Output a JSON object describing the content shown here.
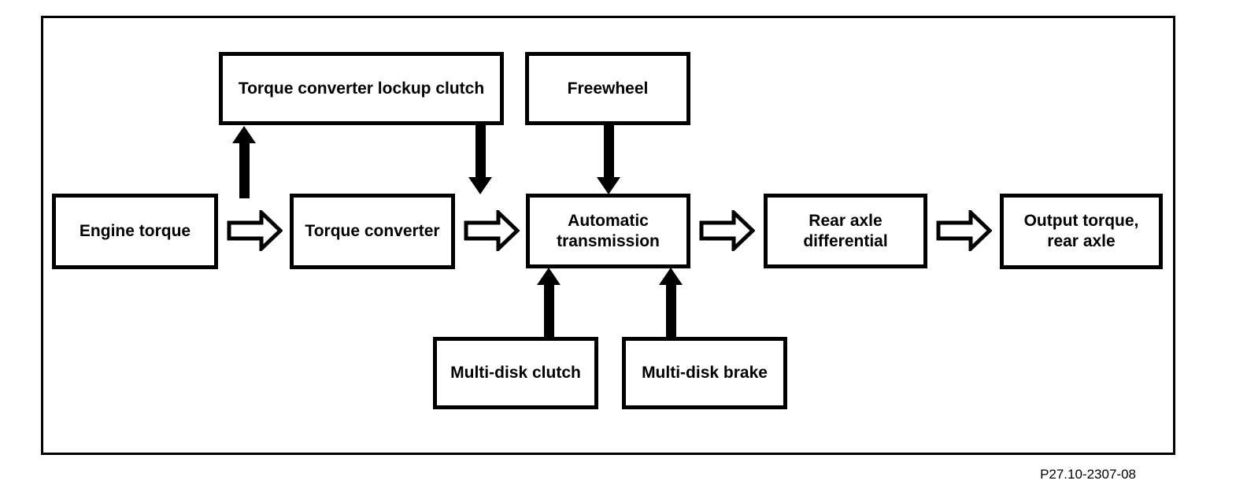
{
  "diagram": {
    "caption": "P27.10-2307-08",
    "colors": {
      "ink": "#000000",
      "paper": "#ffffff"
    },
    "icons": {
      "flow_arrow": "hollow-right-arrow",
      "up_arrow": "solid-up-arrow",
      "down_arrow": "solid-down-arrow"
    },
    "nodes": {
      "lockup_clutch": {
        "lines": [
          "Torque converter lockup clutch"
        ]
      },
      "freewheel": {
        "lines": [
          "Freewheel"
        ]
      },
      "engine_torque": {
        "lines": [
          "Engine torque"
        ]
      },
      "torque_converter": {
        "lines": [
          "Torque converter"
        ]
      },
      "automatic_transmission": {
        "lines": [
          "Automatic",
          "transmission"
        ]
      },
      "rear_axle_differential": {
        "lines": [
          "Rear axle",
          "differential"
        ]
      },
      "output_torque": {
        "lines": [
          "Output torque,",
          "rear axle"
        ]
      },
      "multi_disk_clutch": {
        "lines": [
          "Multi-disk clutch"
        ]
      },
      "multi_disk_brake": {
        "lines": [
          "Multi-disk brake"
        ]
      }
    }
  }
}
